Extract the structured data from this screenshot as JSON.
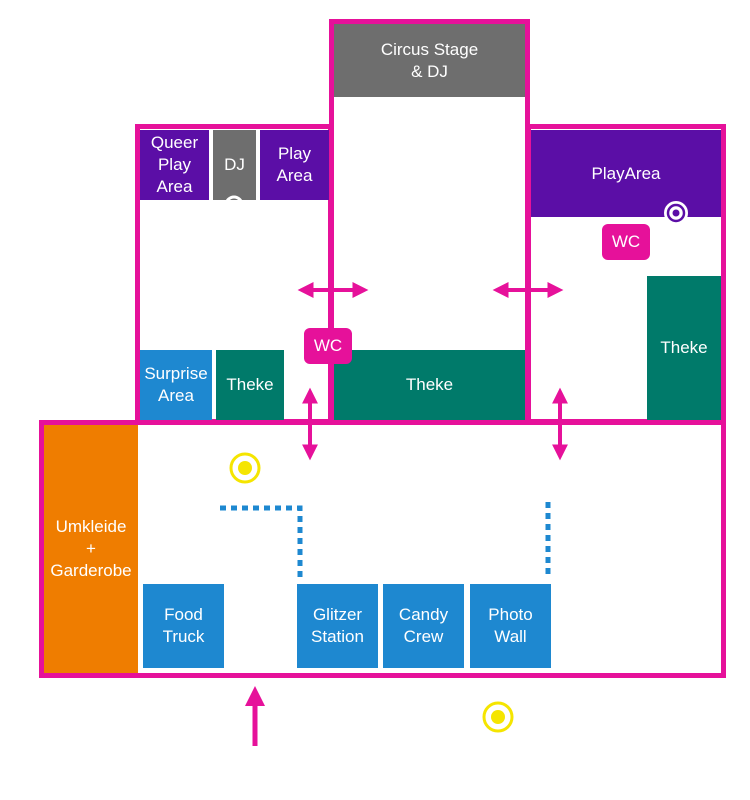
{
  "areas": {
    "circus_stage": "Circus Stage\n& DJ",
    "queer_play_area": "Queer\nPlay\nArea",
    "dj": "DJ",
    "play_area_left": "Play\nArea",
    "play_area_right": "PlayArea",
    "surprise_area": "Surprise\nArea",
    "theke_left": "Theke",
    "theke_center": "Theke",
    "theke_right": "Theke",
    "umkleide": "Umkleide\n+\nGarderobe",
    "food_truck": "Food\nTruck",
    "glitzer_station": "Glitzer\nStation",
    "candy_crew": "Candy\nCrew",
    "photo_wall": "Photo\nWall"
  },
  "restrooms": {
    "wc_center": "WC",
    "wc_right": "WC"
  },
  "colors": {
    "wall": "#e6119a",
    "purple": "#5b0ea6",
    "gray": "#6e6e6e",
    "teal": "#007a6a",
    "blue": "#1e88d0",
    "orange": "#ef7d00",
    "marker_yellow": "#f5e500"
  },
  "icons": [
    "double-arrow-icon",
    "entrance-arrow-icon",
    "marker-icon",
    "dotted-barrier"
  ]
}
